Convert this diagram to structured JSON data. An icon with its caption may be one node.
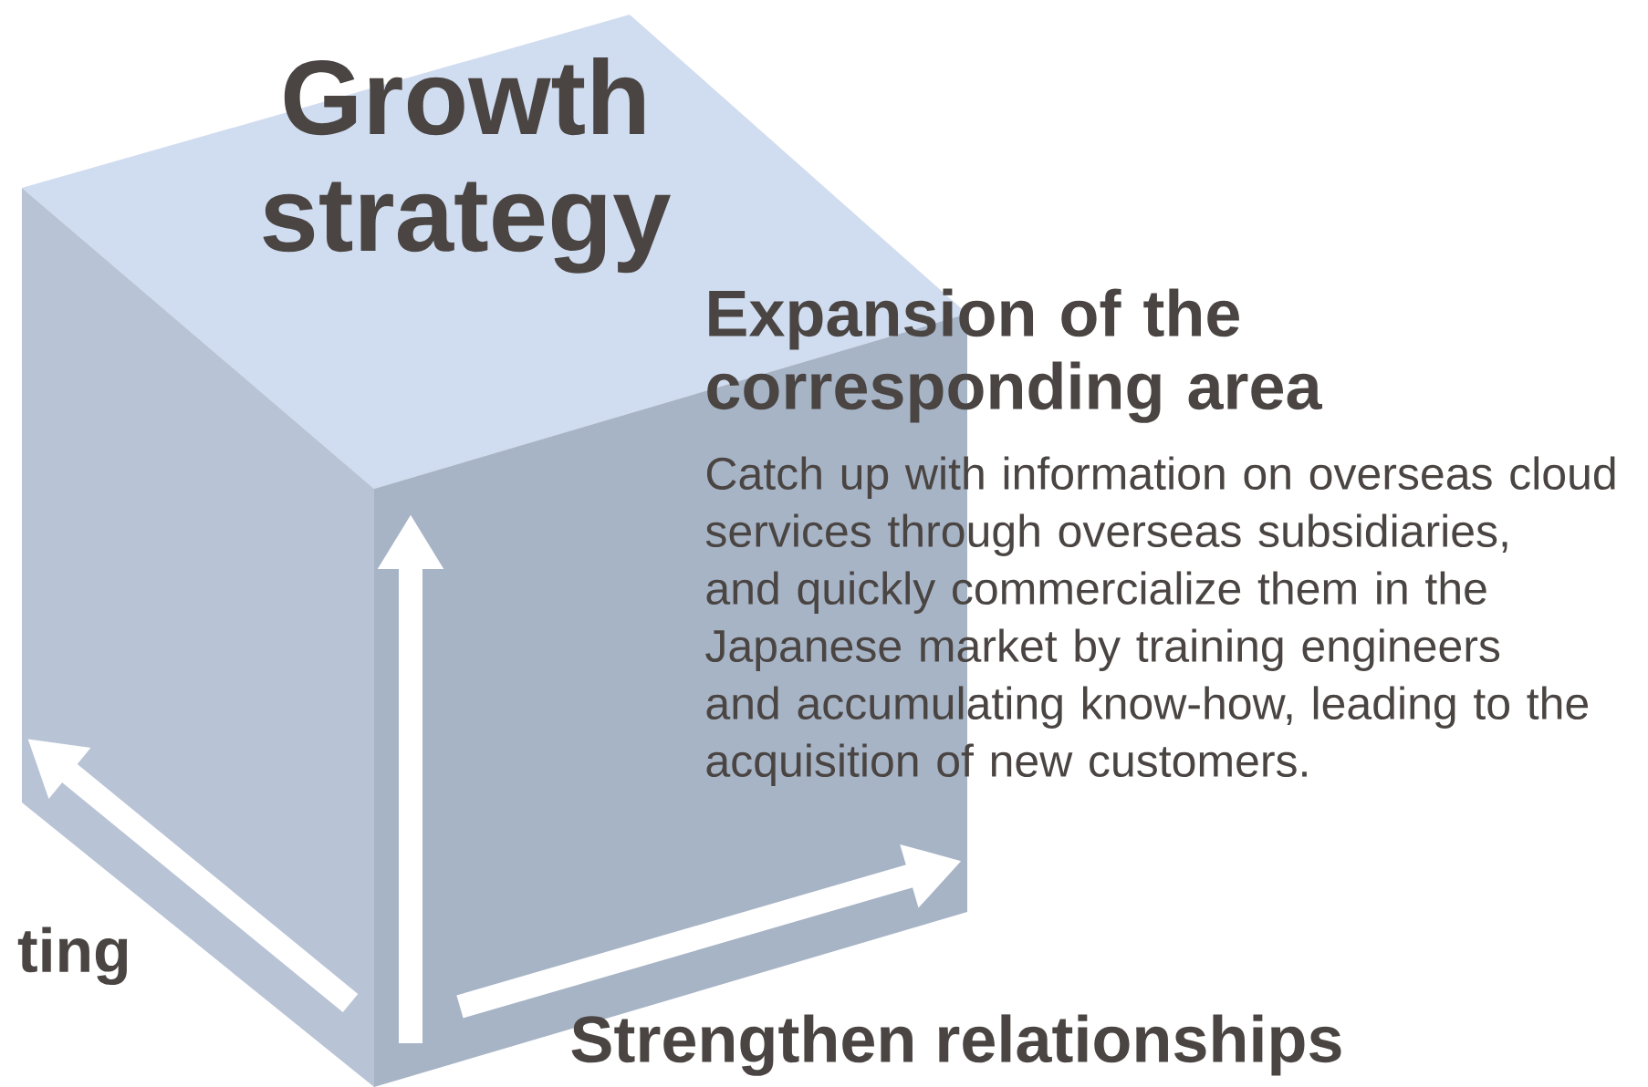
{
  "diagram": {
    "title": "Growth strategy",
    "labels": [
      "Expansion of the corresponding area",
      "Catch up with information on overseas cloud services through overseas subsidiaries, and quickly commercialize them in the Japanese market by training engineers and accumulating know-how, leading to the acquisition of new customers.",
      "ting",
      "Strengthen relationships"
    ]
  }
}
